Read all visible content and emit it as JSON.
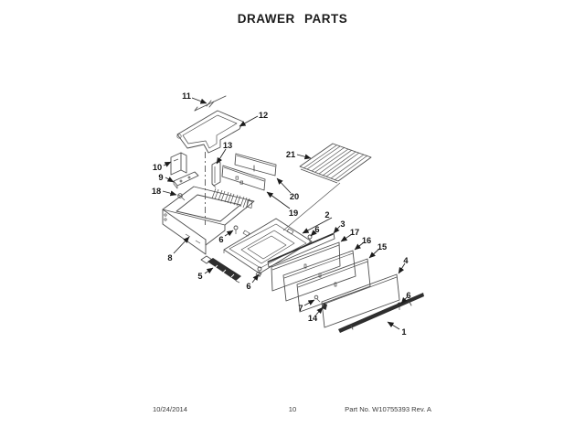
{
  "page": {
    "title": "DRAWER PARTS",
    "footer": {
      "date": "10/24/2014",
      "page_number": "10",
      "part_no": "Part No. W10755393  Rev. A"
    }
  },
  "diagram": {
    "type": "exploded-parts-view",
    "callouts": [
      {
        "id": "c11",
        "label": "11"
      },
      {
        "id": "c12",
        "label": "12"
      },
      {
        "id": "c13",
        "label": "13"
      },
      {
        "id": "c10",
        "label": "10"
      },
      {
        "id": "c9",
        "label": "9"
      },
      {
        "id": "c18",
        "label": "18"
      },
      {
        "id": "c8",
        "label": "8"
      },
      {
        "id": "c5",
        "label": "5"
      },
      {
        "id": "c6a",
        "label": "6"
      },
      {
        "id": "c6b",
        "label": "6"
      },
      {
        "id": "c20",
        "label": "20"
      },
      {
        "id": "c19",
        "label": "19"
      },
      {
        "id": "c21",
        "label": "21"
      },
      {
        "id": "c2",
        "label": "2"
      },
      {
        "id": "c6c",
        "label": "6"
      },
      {
        "id": "c3",
        "label": "3"
      },
      {
        "id": "c17",
        "label": "17"
      },
      {
        "id": "c16",
        "label": "16"
      },
      {
        "id": "c15",
        "label": "15"
      },
      {
        "id": "c4",
        "label": "4"
      },
      {
        "id": "c6d",
        "label": "6"
      },
      {
        "id": "c1",
        "label": "1"
      },
      {
        "id": "c7",
        "label": "7"
      },
      {
        "id": "c14",
        "label": "14"
      }
    ]
  }
}
